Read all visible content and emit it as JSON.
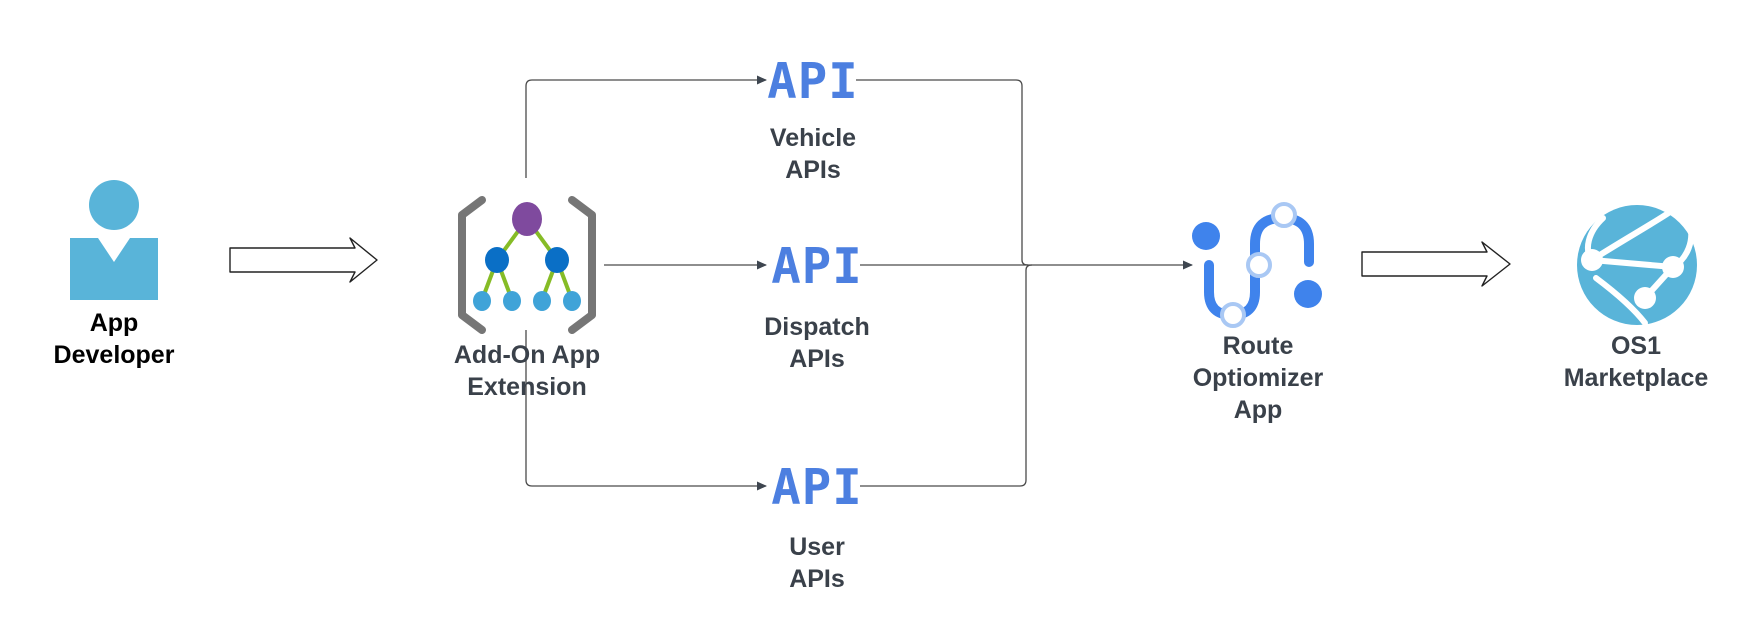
{
  "nodes": {
    "developer": {
      "lines": [
        "App",
        "Developer"
      ],
      "icon": "user-icon",
      "color": "#59b4d9"
    },
    "extension": {
      "lines": [
        "Add-On App",
        "Extension"
      ],
      "icon": "add-on-hierarchy-icon"
    },
    "vehicle": {
      "lines": [
        "Vehicle",
        "APIs"
      ],
      "icon": "api-icon",
      "icon_text": "API"
    },
    "dispatch": {
      "lines": [
        "Dispatch",
        "APIs"
      ],
      "icon": "api-icon",
      "icon_text": "API"
    },
    "user": {
      "lines": [
        "User",
        "APIs"
      ],
      "icon": "api-icon",
      "icon_text": "API"
    },
    "optimizer": {
      "lines": [
        "Route",
        "Optiomizer",
        "App"
      ],
      "icon": "route-icon"
    },
    "marketplace": {
      "lines": [
        "OS1",
        "Marketplace"
      ],
      "icon": "globe-icon"
    }
  },
  "colors": {
    "api_blue": "#4c7fe0",
    "route_blue": "#3f83ec",
    "route_light": "#a9c8f4",
    "globe": "#59b4d9",
    "hierarchy_root": "#7f4a9e",
    "hierarchy_mid": "#0a6fc6",
    "hierarchy_leaf": "#3fa3d8",
    "hierarchy_link": "#86bc26",
    "bracket": "#767676",
    "connector": "#4a4a4a",
    "label": "#3a414a"
  }
}
